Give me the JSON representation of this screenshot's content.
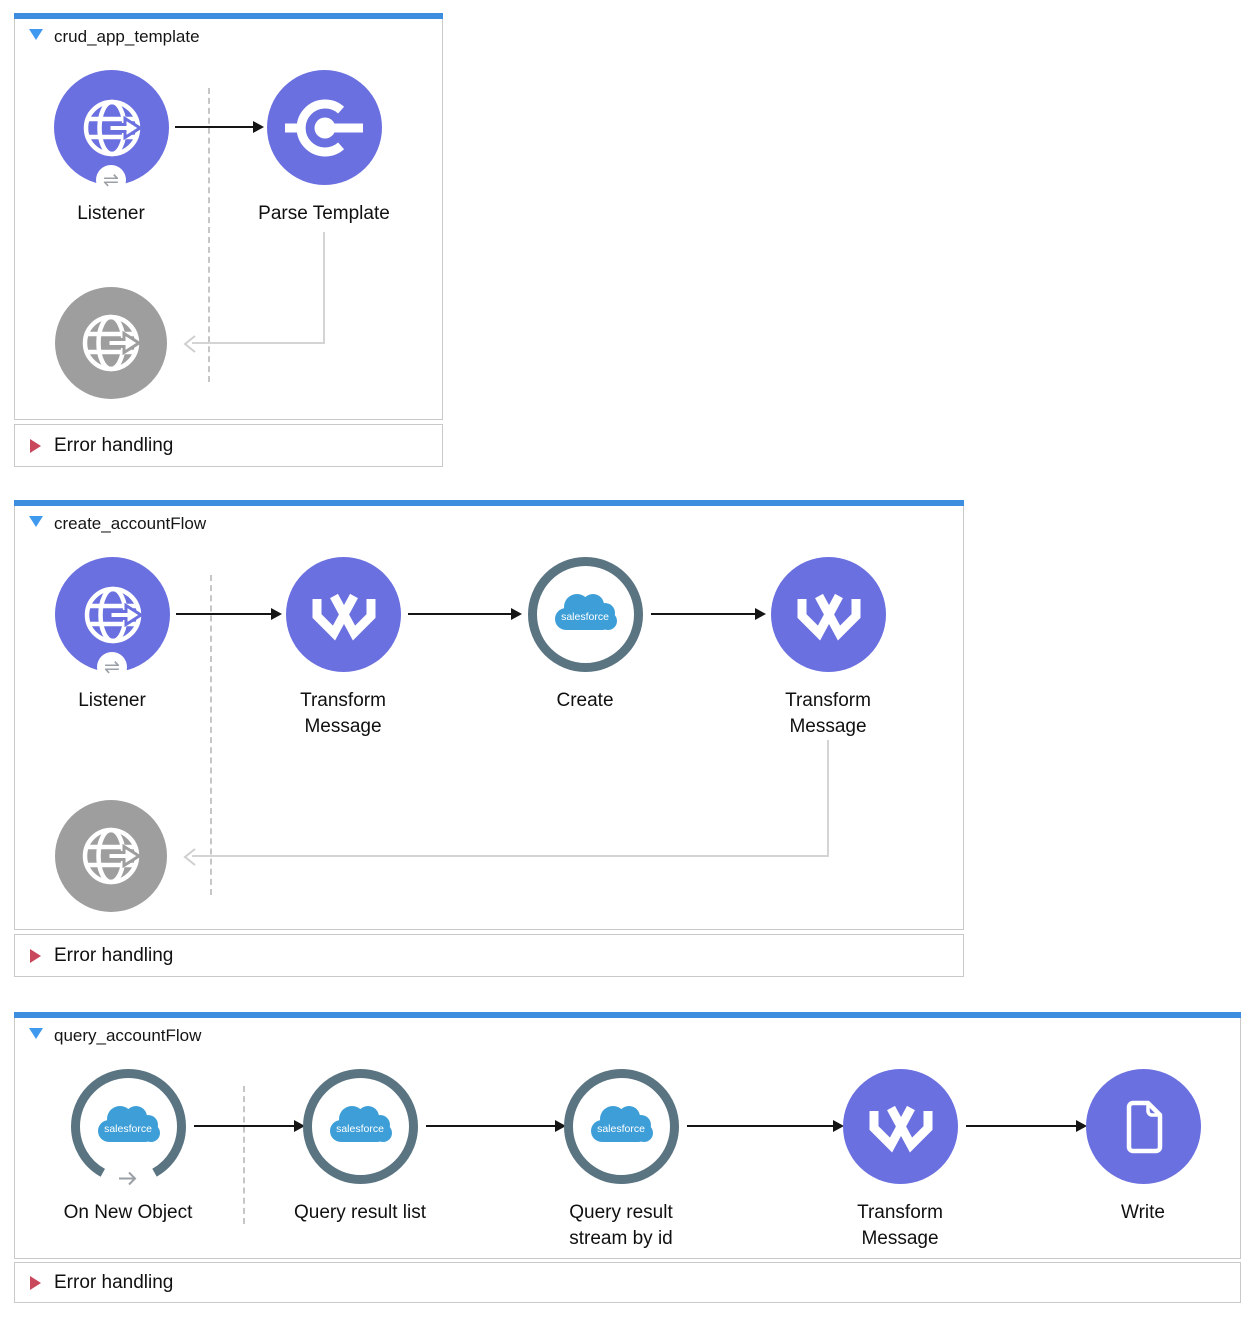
{
  "colors": {
    "accent_bar": "#3E8EE0",
    "node_purple": "#6B70E0",
    "node_gray": "#9E9E9E",
    "sf_ring": "#5A7482",
    "sf_blue": "#3E9FD8",
    "error_red": "#C9485B",
    "expand_blue": "#3F9AEF",
    "border_gray": "#C9C9C9",
    "connector_light": "#D4D4D4",
    "arrow_dark": "#151515"
  },
  "salesforce_logo": "salesforce",
  "listener_badge_glyph": "⇌",
  "flows": [
    {
      "title": "crud_app_template",
      "error_handling_label": "Error handling",
      "nodes": [
        {
          "label": "Listener",
          "icon": "http-listener-icon"
        },
        {
          "label": "Parse Template",
          "icon": "parse-template-icon"
        },
        {
          "label": "",
          "icon": "http-response-icon"
        }
      ]
    },
    {
      "title": "create_accountFlow",
      "error_handling_label": "Error handling",
      "nodes": [
        {
          "label": "Listener",
          "icon": "http-listener-icon"
        },
        {
          "label": "Transform Message",
          "icon": "dataweave-icon"
        },
        {
          "label": "Create",
          "icon": "salesforce-icon"
        },
        {
          "label": "Transform Message",
          "icon": "dataweave-icon"
        },
        {
          "label": "",
          "icon": "http-response-icon"
        }
      ]
    },
    {
      "title": "query_accountFlow",
      "error_handling_label": "Error handling",
      "nodes": [
        {
          "label": "On New Object",
          "icon": "salesforce-trigger-icon"
        },
        {
          "label": "Query result list",
          "icon": "salesforce-icon"
        },
        {
          "label": "Query result stream by id",
          "icon": "salesforce-icon"
        },
        {
          "label": "Transform Message",
          "icon": "dataweave-icon"
        },
        {
          "label": "Write",
          "icon": "file-write-icon"
        }
      ]
    }
  ]
}
